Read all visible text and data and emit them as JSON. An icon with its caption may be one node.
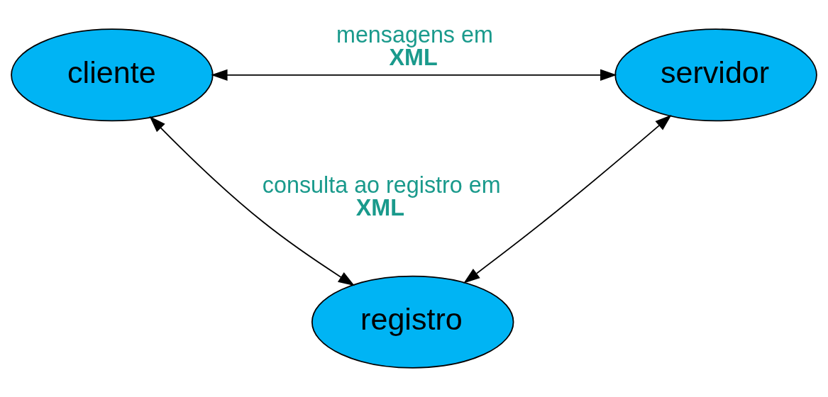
{
  "diagram": {
    "nodes": [
      {
        "text": [
          "cliente"
        ]
      },
      {
        "text": [
          "servidor"
        ]
      },
      {
        "text": [
          "registro"
        ]
      }
    ],
    "edges": [
      {
        "from": 0,
        "to": 1,
        "arrow": "both",
        "label": "mensagens em **XML**"
      },
      {
        "from": 0,
        "to": 2,
        "arrow": "both",
        "label": "consulta ao registro em **XML**"
      },
      {
        "from": 1,
        "to": 2,
        "arrow": "both"
      }
    ]
  }
}
